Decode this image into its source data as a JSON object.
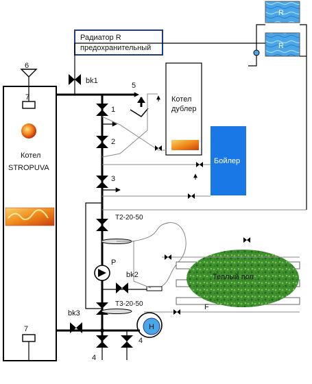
{
  "colors": {
    "pipe": "#000000",
    "thin_pipe": "#8a8a8a",
    "boiler_blue": "#1a78e6",
    "radiator_water": "#4aa6e8",
    "floor_green": "#3f8f2f",
    "flame": "#f4a020",
    "label_box_border": "#1b3a8c"
  },
  "radiator_label": {
    "line1": "Радиатор R",
    "line2": "предохранительный"
  },
  "radiators": [
    "R",
    "R"
  ],
  "main_boiler": {
    "line1": "Котел",
    "line2": "STROPUVA"
  },
  "backup_boiler": {
    "line1": "Котел",
    "line2": "дублер"
  },
  "water_heater": "Бойлер",
  "floor_heating": "Теплый пол",
  "pump": "P",
  "heat_exchanger": "H",
  "labels": {
    "n6": "6",
    "n5": "5",
    "n1": "1",
    "n2": "2",
    "n3": "3",
    "n7_top": "7",
    "n7_bottom": "7",
    "n4_left": "4",
    "n4_right": "4",
    "bk1": "bk1",
    "bk2": "bk2",
    "bk3": "bk3",
    "t_upper": "T2-20-50",
    "t_lower": "T3-20-50",
    "f": "F"
  }
}
